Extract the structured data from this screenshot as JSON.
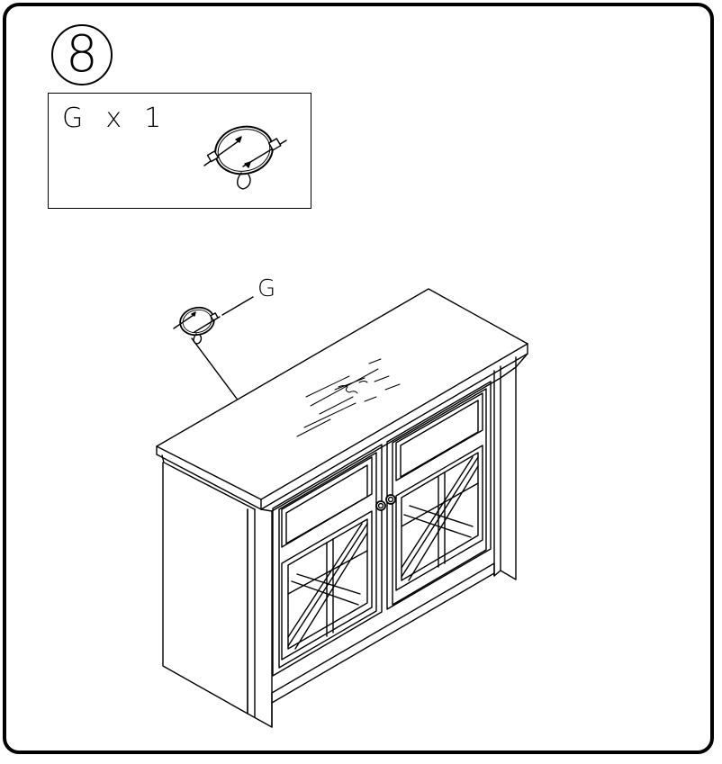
{
  "step": {
    "number": "8"
  },
  "parts": {
    "letter": "G",
    "times": "x",
    "count": "1",
    "label_text": "G  x  1"
  },
  "callout": {
    "label": "G"
  },
  "colors": {
    "line": "#000000",
    "background": "#ffffff"
  },
  "icons": [
    "cable-strap-icon",
    "cabinet-illustration"
  ]
}
